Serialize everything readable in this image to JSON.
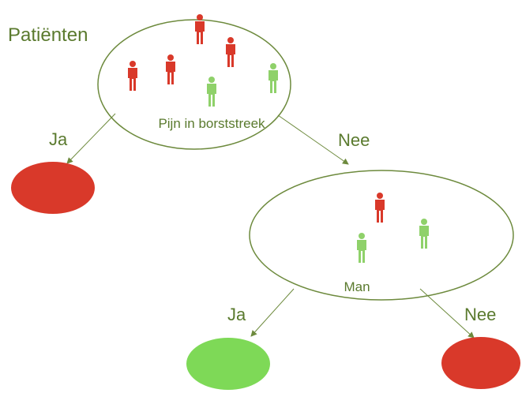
{
  "colors": {
    "label_green": "#5a7a2e",
    "outline_green": "#6d8a3d",
    "red": "#d9392a",
    "green": "#7ed957",
    "figure_red": "#d9392a",
    "figure_green": "#8fd16a"
  },
  "root": {
    "title": "Patiënten",
    "question": "Pijn in borststreek",
    "figures": [
      "red",
      "red",
      "red",
      "red",
      "green",
      "green"
    ]
  },
  "branch_root_yes": {
    "label": "Ja",
    "leaf": "red"
  },
  "branch_root_no": {
    "label": "Nee"
  },
  "node2": {
    "question": "Man",
    "figures": [
      "red",
      "green",
      "green"
    ]
  },
  "branch_node2_yes": {
    "label": "Ja",
    "leaf": "green"
  },
  "branch_node2_no": {
    "label": "Nee",
    "leaf": "red"
  }
}
